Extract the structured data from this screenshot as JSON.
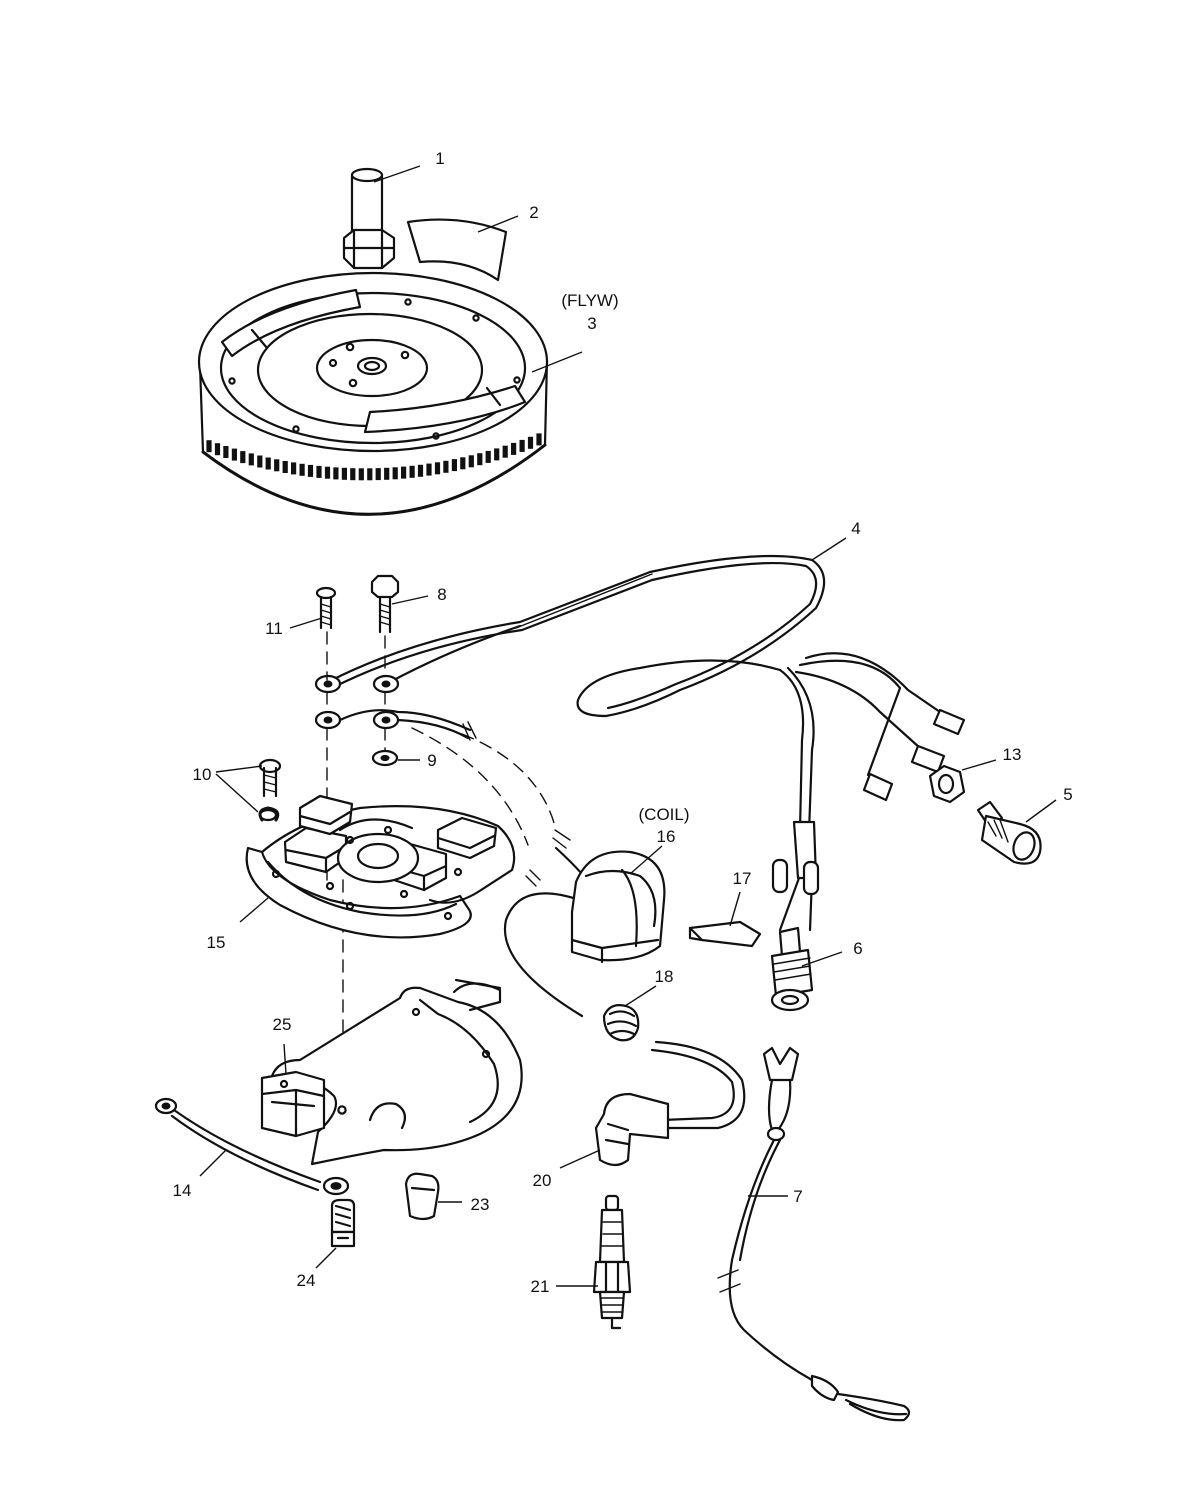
{
  "callouts": [
    {
      "id": "1",
      "text": "1"
    },
    {
      "id": "2",
      "text": "2"
    },
    {
      "id": "3",
      "text": "3",
      "note": "(FLYW)"
    },
    {
      "id": "4",
      "text": "4"
    },
    {
      "id": "5",
      "text": "5"
    },
    {
      "id": "6",
      "text": "6"
    },
    {
      "id": "7",
      "text": "7"
    },
    {
      "id": "8",
      "text": "8"
    },
    {
      "id": "9",
      "text": "9"
    },
    {
      "id": "10",
      "text": "10"
    },
    {
      "id": "11",
      "text": "11"
    },
    {
      "id": "13",
      "text": "13"
    },
    {
      "id": "14",
      "text": "14"
    },
    {
      "id": "15",
      "text": "15"
    },
    {
      "id": "16",
      "text": "16",
      "note": "(COIL)"
    },
    {
      "id": "17",
      "text": "17"
    },
    {
      "id": "18",
      "text": "18"
    },
    {
      "id": "20",
      "text": "20"
    },
    {
      "id": "21",
      "text": "21"
    },
    {
      "id": "23",
      "text": "23"
    },
    {
      "id": "24",
      "text": "24"
    },
    {
      "id": "25",
      "text": "25"
    }
  ]
}
